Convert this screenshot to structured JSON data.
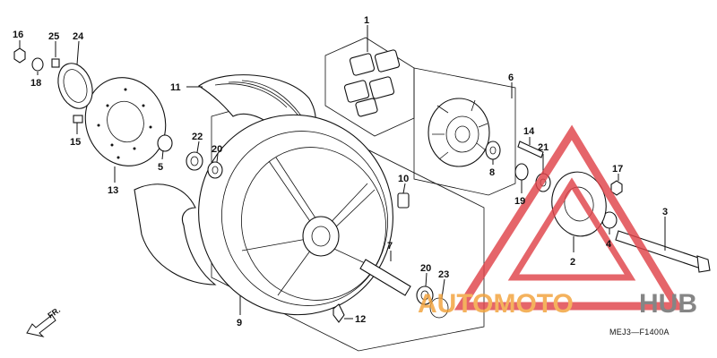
{
  "diagram": {
    "code": "MEJ3—F1400A",
    "direction": "FR.",
    "callouts": [
      {
        "id": "n1",
        "text": "1"
      },
      {
        "id": "n2",
        "text": "2"
      },
      {
        "id": "n3",
        "text": "3"
      },
      {
        "id": "n4",
        "text": "4"
      },
      {
        "id": "n5",
        "text": "5"
      },
      {
        "id": "n6",
        "text": "6"
      },
      {
        "id": "n7",
        "text": "7"
      },
      {
        "id": "n8",
        "text": "8"
      },
      {
        "id": "n9",
        "text": "9"
      },
      {
        "id": "n10",
        "text": "10"
      },
      {
        "id": "n11",
        "text": "11"
      },
      {
        "id": "n12",
        "text": "12"
      },
      {
        "id": "n13",
        "text": "13"
      },
      {
        "id": "n14",
        "text": "14"
      },
      {
        "id": "n15",
        "text": "15"
      },
      {
        "id": "n16",
        "text": "16"
      },
      {
        "id": "n17",
        "text": "17"
      },
      {
        "id": "n18",
        "text": "18"
      },
      {
        "id": "n19",
        "text": "19"
      },
      {
        "id": "n20a",
        "text": "20"
      },
      {
        "id": "n20b",
        "text": "20"
      },
      {
        "id": "n21",
        "text": "21"
      },
      {
        "id": "n22",
        "text": "22"
      },
      {
        "id": "n23",
        "text": "23"
      },
      {
        "id": "n24",
        "text": "24"
      },
      {
        "id": "n25",
        "text": "25"
      }
    ]
  },
  "watermark": {
    "part1": "AUTOMOTO",
    "part2": "HUB",
    "colors": {
      "orange": "#f2a23a",
      "red": "#e0444a",
      "grey": "#6b6b6b"
    }
  }
}
